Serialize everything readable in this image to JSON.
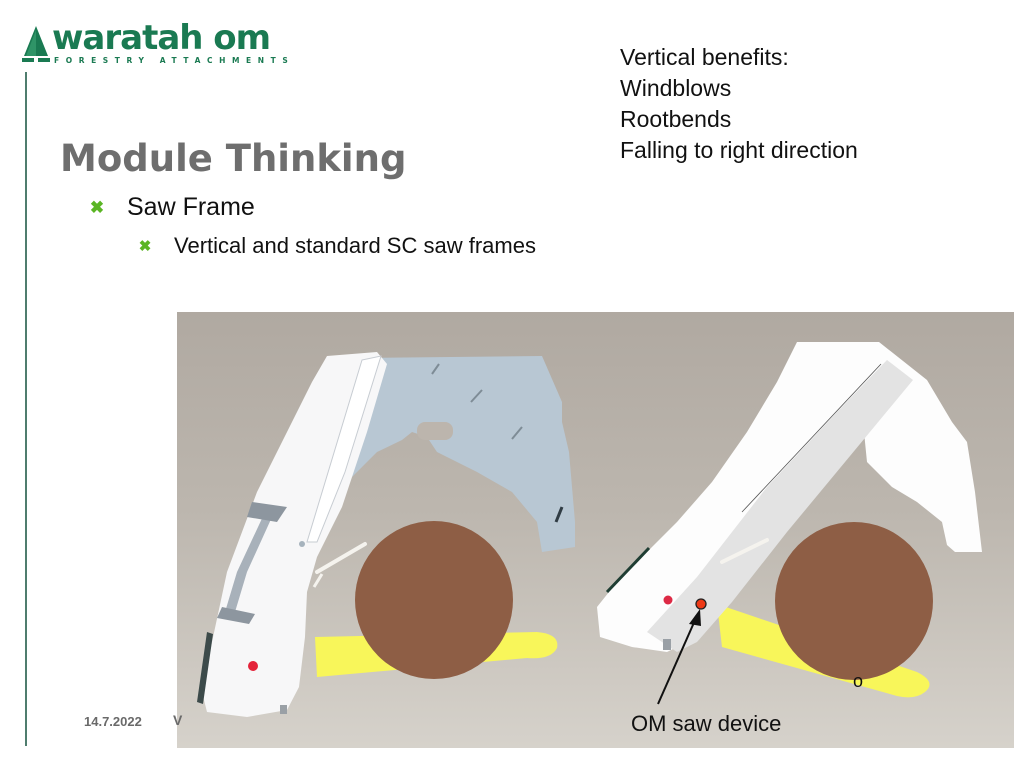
{
  "logo": {
    "brand": "waratah om",
    "tagline": "FORESTRY ATTACHMENTS",
    "brand_color": "#1a7a52",
    "icon": "tree-icon"
  },
  "slide": {
    "title": "Module Thinking",
    "bullets": [
      {
        "level": 1,
        "icon": "x-bullet-icon",
        "text": "Saw Frame"
      },
      {
        "level": 2,
        "icon": "x-bullet-icon",
        "text": "Vertical and standard SC saw frames"
      }
    ],
    "bullet_color": "#5ab524",
    "title_color": "#6e6e6e"
  },
  "benefits": {
    "heading": "Vertical benefits:",
    "items": [
      "Windblows",
      "Rootbends",
      "Falling to right direction"
    ]
  },
  "figure": {
    "description": "Two 3D renderings of harvester saw frames gripping a log cross-section: vertical saw frame (left) and standard SC saw frame (right)",
    "log_color": "#8e5e45",
    "saw_bar_color": "#f8f65a",
    "marker_color": "#e8331c",
    "annotation": "OM saw device"
  },
  "footer": {
    "date": "14.7.2022",
    "fragment": "V"
  }
}
